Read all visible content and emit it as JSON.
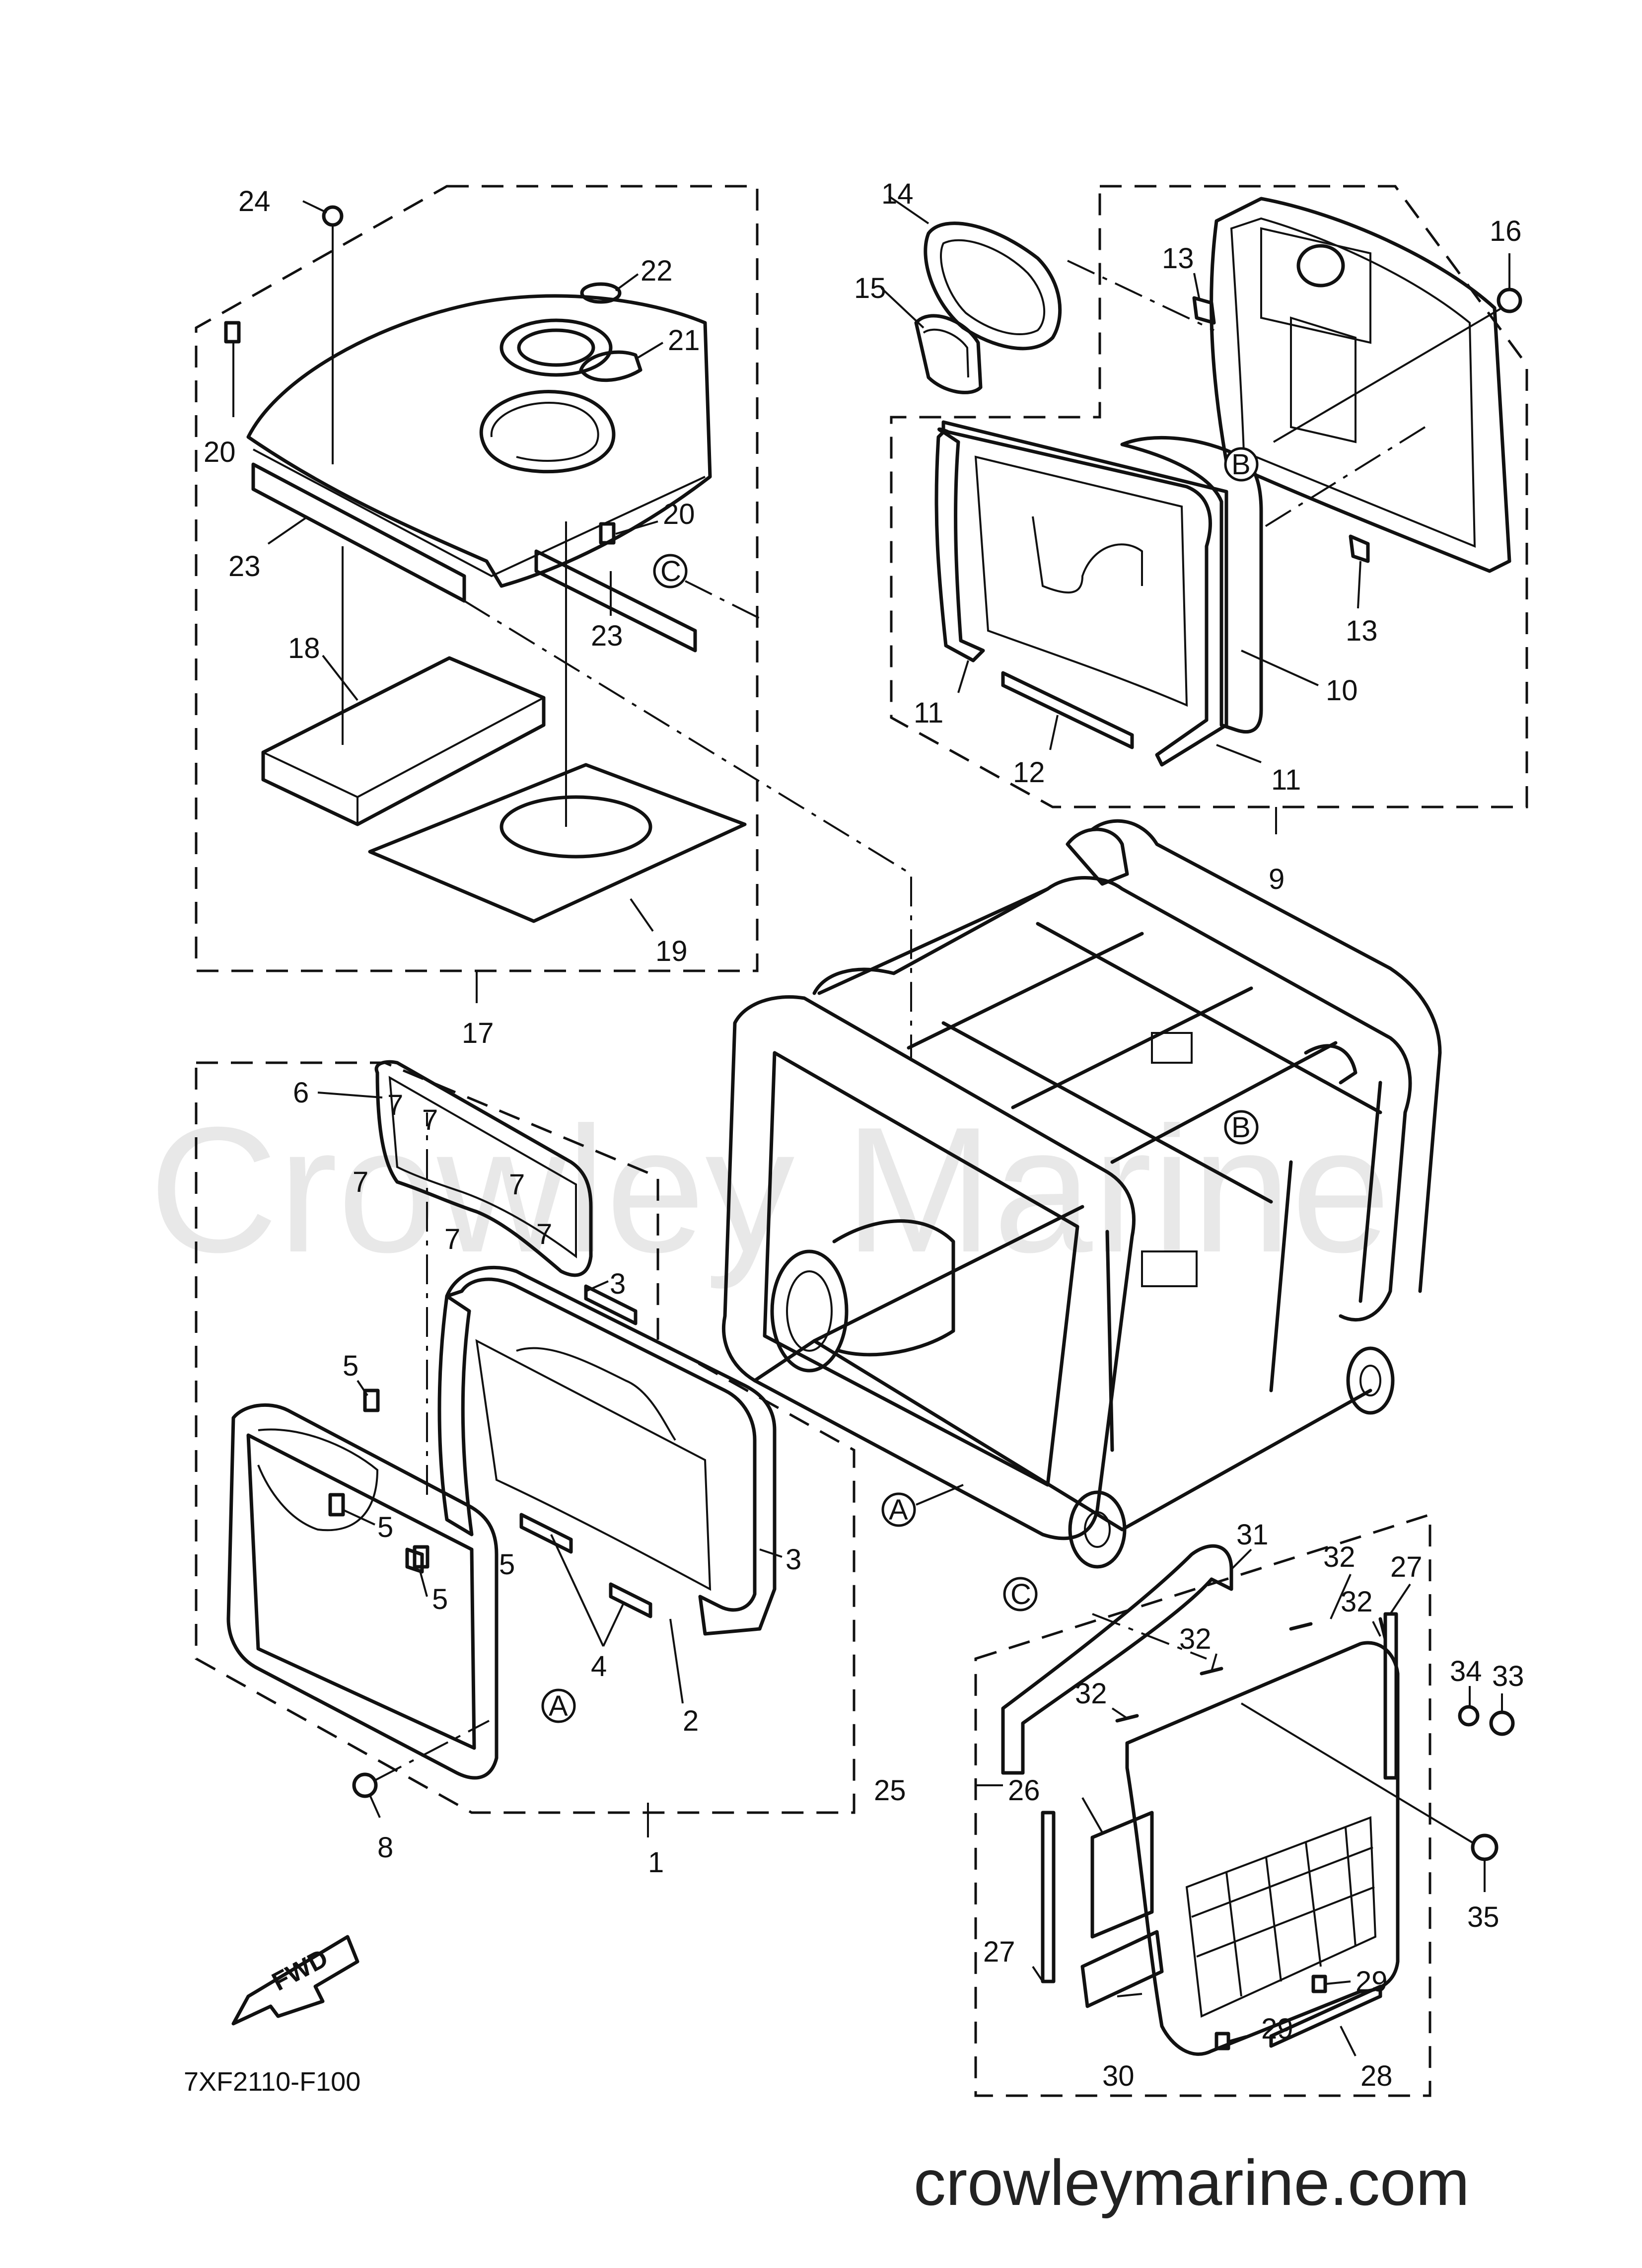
{
  "diagram": {
    "watermark": "Crowley Marine",
    "diagram_code": "7XF2110-F100",
    "website": "crowleymarine.com",
    "fwd_label": "FWD",
    "ref_markers": [
      "A",
      "B",
      "C"
    ],
    "callouts": [
      {
        "id": "c1",
        "label": "1"
      },
      {
        "id": "c2",
        "label": "2"
      },
      {
        "id": "c3a",
        "label": "3"
      },
      {
        "id": "c3b",
        "label": "3"
      },
      {
        "id": "c4",
        "label": "4"
      },
      {
        "id": "c5a",
        "label": "5"
      },
      {
        "id": "c5b",
        "label": "5"
      },
      {
        "id": "c5c",
        "label": "5"
      },
      {
        "id": "c5d",
        "label": "5"
      },
      {
        "id": "c6",
        "label": "6"
      },
      {
        "id": "c7a",
        "label": "7"
      },
      {
        "id": "c7b",
        "label": "7"
      },
      {
        "id": "c7c",
        "label": "7"
      },
      {
        "id": "c7d",
        "label": "7"
      },
      {
        "id": "c7e",
        "label": "7"
      },
      {
        "id": "c7f",
        "label": "7"
      },
      {
        "id": "c8",
        "label": "8"
      },
      {
        "id": "c9",
        "label": "9"
      },
      {
        "id": "c10",
        "label": "10"
      },
      {
        "id": "c11a",
        "label": "11"
      },
      {
        "id": "c11b",
        "label": "11"
      },
      {
        "id": "c12",
        "label": "12"
      },
      {
        "id": "c13a",
        "label": "13"
      },
      {
        "id": "c13b",
        "label": "13"
      },
      {
        "id": "c14",
        "label": "14"
      },
      {
        "id": "c15",
        "label": "15"
      },
      {
        "id": "c16",
        "label": "16"
      },
      {
        "id": "c17",
        "label": "17"
      },
      {
        "id": "c18",
        "label": "18"
      },
      {
        "id": "c19",
        "label": "19"
      },
      {
        "id": "c20a",
        "label": "20"
      },
      {
        "id": "c20b",
        "label": "20"
      },
      {
        "id": "c21",
        "label": "21"
      },
      {
        "id": "c22",
        "label": "22"
      },
      {
        "id": "c23a",
        "label": "23"
      },
      {
        "id": "c23b",
        "label": "23"
      },
      {
        "id": "c24",
        "label": "24"
      },
      {
        "id": "c25",
        "label": "25"
      },
      {
        "id": "c26",
        "label": "26"
      },
      {
        "id": "c27a",
        "label": "27"
      },
      {
        "id": "c27b",
        "label": "27"
      },
      {
        "id": "c28",
        "label": "28"
      },
      {
        "id": "c29a",
        "label": "29"
      },
      {
        "id": "c29b",
        "label": "29"
      },
      {
        "id": "c30",
        "label": "30"
      },
      {
        "id": "c31",
        "label": "31"
      },
      {
        "id": "c32a",
        "label": "32"
      },
      {
        "id": "c32b",
        "label": "32"
      },
      {
        "id": "c32c",
        "label": "32"
      },
      {
        "id": "c32d",
        "label": "32"
      },
      {
        "id": "c33",
        "label": "33"
      },
      {
        "id": "c34",
        "label": "34"
      },
      {
        "id": "c35",
        "label": "35"
      }
    ]
  }
}
